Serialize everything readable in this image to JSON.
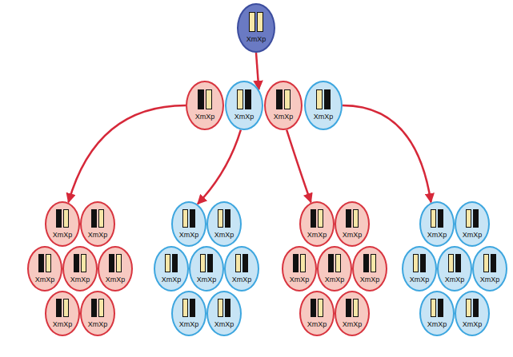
{
  "diagram": {
    "nodes": [
      {
        "text": [
          "XmXp"
        ]
      },
      {
        "text": [
          "XmXp"
        ]
      },
      {
        "text": [
          "XmXp"
        ]
      },
      {
        "text": [
          "XmXp"
        ]
      },
      {
        "text": [
          "XmXp"
        ]
      },
      {
        "text": [
          "XmXp"
        ]
      },
      {
        "text": [
          "XmXp"
        ]
      },
      {
        "text": [
          "XmXp"
        ]
      },
      {
        "text": [
          "XmXp"
        ]
      },
      {
        "text": [
          "XmXp"
        ]
      },
      {
        "text": [
          "XmXp"
        ]
      },
      {
        "text": [
          "XmXp"
        ]
      },
      {
        "text": [
          "XmXp"
        ]
      },
      {
        "text": [
          "XmXp"
        ]
      },
      {
        "text": [
          "XmXp"
        ]
      },
      {
        "text": [
          "XmXp"
        ]
      },
      {
        "text": [
          "XmXp"
        ]
      },
      {
        "text": [
          "XmXp"
        ]
      },
      {
        "text": [
          "XmXp"
        ]
      },
      {
        "text": [
          "XmXp"
        ]
      },
      {
        "text": [
          "XmXp"
        ]
      },
      {
        "text": [
          "XmXp"
        ]
      },
      {
        "text": [
          "XmXp"
        ]
      },
      {
        "text": [
          "XmXp"
        ]
      },
      {
        "text": [
          "XmXp"
        ]
      },
      {
        "text": [
          "XmXp"
        ]
      },
      {
        "text": [
          "XmXp"
        ]
      },
      {
        "text": [
          "XmXp"
        ]
      },
      {
        "text": [
          "XmXp"
        ]
      },
      {
        "text": [
          "XmXp"
        ]
      },
      {
        "text": [
          "XmXp"
        ]
      },
      {
        "text": [
          "XmXp"
        ]
      },
      {
        "text": [
          "XmXp"
        ]
      }
    ],
    "edges": [
      {
        "from": 0,
        "to": 2,
        "arrow": "to"
      },
      {
        "from": 1,
        "to": 5,
        "arrow": "to"
      },
      {
        "from": 2,
        "to": 12,
        "arrow": "to"
      },
      {
        "from": 3,
        "to": 19,
        "arrow": "to"
      },
      {
        "from": 4,
        "to": 26,
        "arrow": "to"
      }
    ]
  }
}
